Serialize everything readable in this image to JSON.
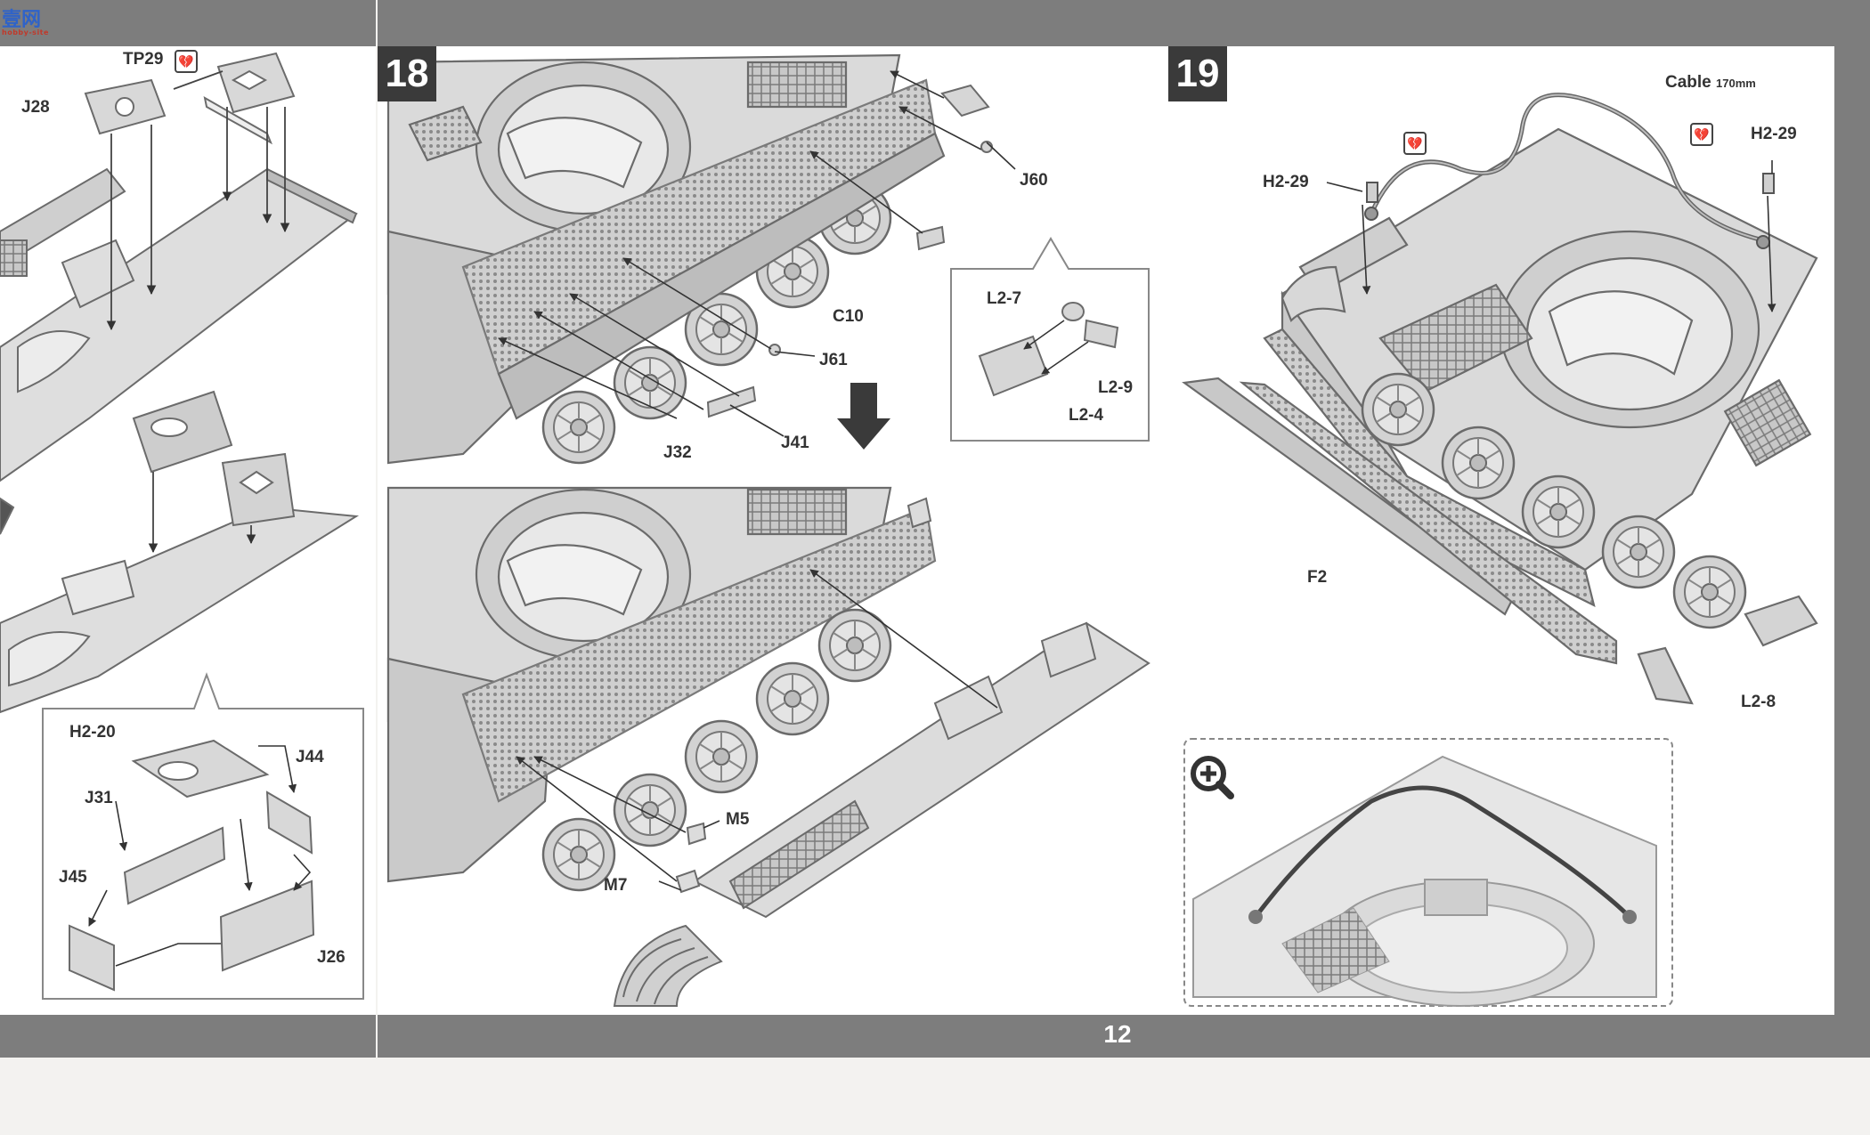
{
  "document": {
    "page_number": "12",
    "site_logo": {
      "glyphs": "壹网",
      "tag": "hobby-site"
    }
  },
  "left_panel": {
    "top_labels": [
      "TP29",
      "J28"
    ],
    "detail_labels": [
      "H2-20",
      "J44",
      "J31",
      "J45",
      "J26"
    ]
  },
  "step18": {
    "number": "18",
    "upper_labels": [
      "J60",
      "C10",
      "J61",
      "J41",
      "J32"
    ],
    "inset_labels": [
      "L2-7",
      "L2-9",
      "L2-4"
    ],
    "lower_labels": [
      "M5",
      "M7"
    ]
  },
  "step19": {
    "number": "19",
    "cable_label": "Cable",
    "cable_length": "170mm",
    "labels": [
      "H2-29",
      "H2-29",
      "F2",
      "L2-8"
    ]
  },
  "icons": {
    "care_icon": "broken-heart-icon",
    "zoom_icon": "magnifier-plus-icon"
  },
  "colors": {
    "band": "#7d7d7d",
    "step_badge": "#3a3a3a",
    "line_art": "#9a9a9a"
  }
}
